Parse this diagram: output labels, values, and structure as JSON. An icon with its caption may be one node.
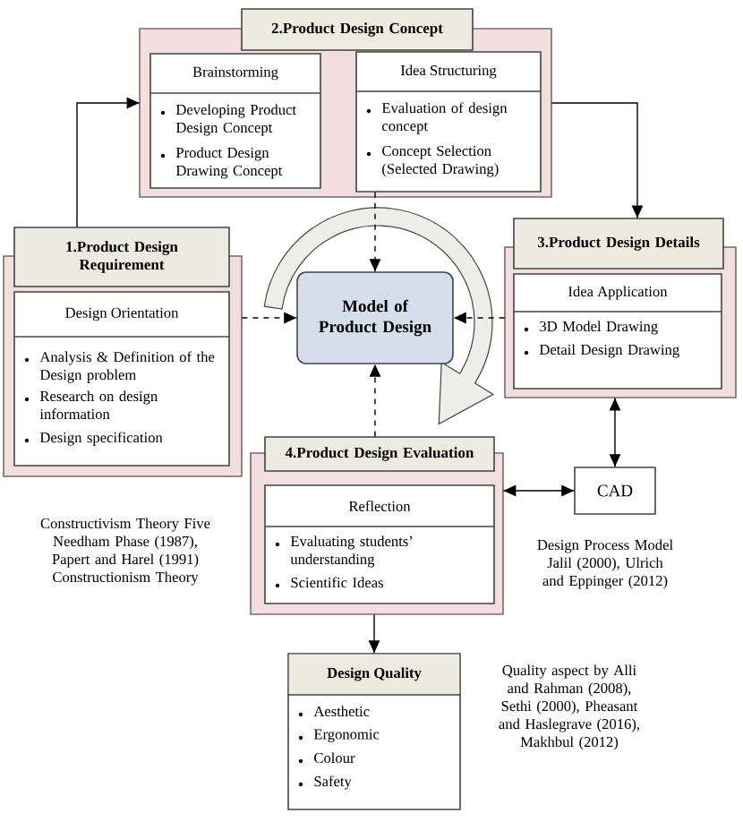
{
  "diagram": {
    "nodes": [
      {
        "text": [
          "2.Product Design Concept"
        ]
      },
      {
        "text": [
          "Brainstorming",
          "Developing Product Design Concept",
          "Product Design Drawing Concept"
        ],
        "in": 0
      },
      {
        "text": [
          "Idea Structuring",
          "Evaluation of design concept",
          "Concept Selection (Selected Drawing)"
        ],
        "in": 0
      },
      {
        "text": [
          "1.Product Design Requirement"
        ]
      },
      {
        "text": [
          "Design Orientation",
          "Analysis  & Definition of the Design problem",
          "Research on design information",
          "Design specification"
        ],
        "in": 3
      },
      {
        "text": [
          "Model of Product Design"
        ]
      },
      {
        "text": [
          "3.Product Design Details"
        ]
      },
      {
        "text": [
          "Idea Application",
          "3D Model Drawing",
          "Detail Design Drawing"
        ],
        "in": 6
      },
      {
        "text": [
          "4.Product Design Evaluation"
        ]
      },
      {
        "text": [
          "Reflection",
          "Evaluating students’ understanding",
          "Scientific Ideas"
        ],
        "in": 8
      },
      {
        "text": [
          "CAD"
        ]
      },
      {
        "text": [
          "Design Quality",
          "Aesthetic",
          "Ergonomic",
          "Colour",
          "Safety"
        ]
      },
      {
        "text": [],
        "shape": "cycle"
      }
    ],
    "edges": [
      {
        "from": 3,
        "to": 0,
        "arrow": "to"
      },
      {
        "from": 0,
        "to": 6,
        "arrow": "to"
      },
      {
        "from": 2,
        "to": 5,
        "arrow": "to",
        "style": "dashed"
      },
      {
        "from": 3,
        "to": 5,
        "arrow": "to",
        "style": "dashed"
      },
      {
        "from": 6,
        "to": 5,
        "arrow": "to",
        "style": "dashed"
      },
      {
        "from": 8,
        "to": 5,
        "arrow": "to",
        "style": "dashed"
      },
      {
        "from": 6,
        "to": 10,
        "arrow": "both"
      },
      {
        "from": 8,
        "to": 10,
        "arrow": "both"
      },
      {
        "from": 8,
        "to": 11,
        "arrow": "to"
      }
    ],
    "labels": [
      "Constructivism Theory Five Needham Phase (1987), Papert and Harel (1991) Constructionism Theory",
      "Design Process Model Jalil (2000), Ulrich and Eppinger (2012)",
      "Quality aspect by Alli and Rahman (2008), Sethi (2000), Pheasant and Haslegrave (2016), Makhbul (2012)"
    ]
  }
}
